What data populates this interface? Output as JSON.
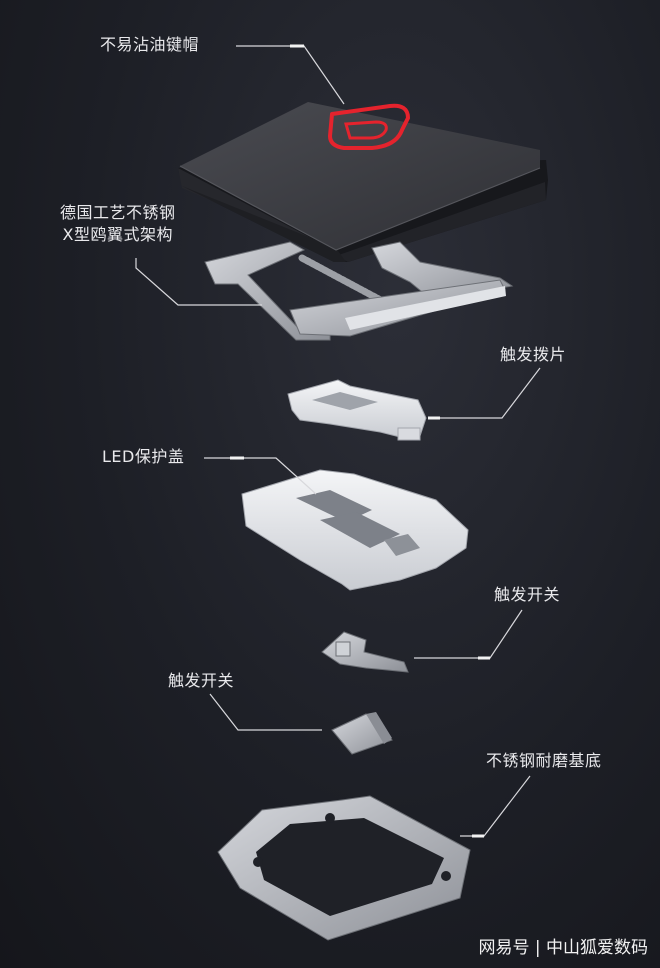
{
  "labels": {
    "keycap": "不易沾油键帽",
    "scissor_line1": "德国工艺不锈钢",
    "scissor_line2": "X型鸥翼式架构",
    "trigger_plate": "触发拨片",
    "led_cover": "LED保护盖",
    "trigger_switch_right": "触发开关",
    "trigger_switch_left": "触发开关",
    "base": "不锈钢耐磨基底"
  },
  "keycap_legend": "D",
  "watermark": "网易号 | 中山狐爱数码",
  "colors": {
    "background": "#1d1f26",
    "keycap": "#3a3b40",
    "legend": "#e5232d",
    "plastic": "#e4e6ea",
    "steel": "#b9bcc2",
    "leader_line": "#d8d8dc"
  }
}
